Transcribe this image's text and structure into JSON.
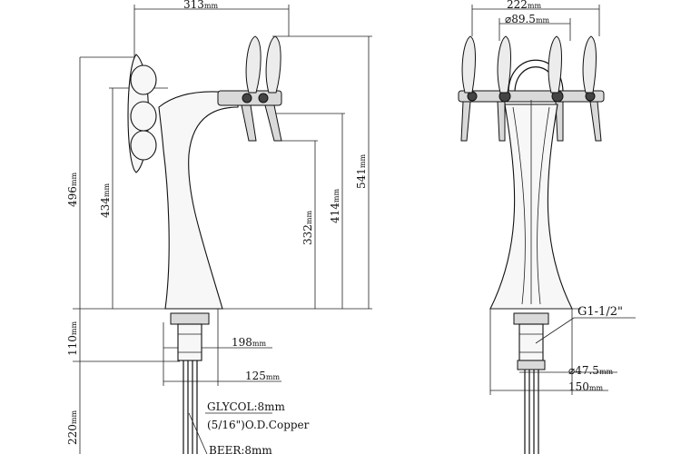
{
  "side_view": {
    "dims": {
      "width_top": "313",
      "height_total": "496",
      "height_434": "434",
      "height_332": "332",
      "height_414": "414",
      "height_541": "541",
      "base_110": "110",
      "base_198": "198",
      "base_125": "125",
      "line_220": "220"
    },
    "labels": {
      "glycol": "GLYCOL:8mm",
      "copper": "(5/16\")O.D.Copper",
      "beer": "BEER:8mm"
    }
  },
  "front_view": {
    "dims": {
      "width_top": "222",
      "diameter_top": "⌀89.5",
      "thread": "G1-1/2\"",
      "diameter_base": "⌀47.5",
      "base_150": "150"
    }
  },
  "unit": "mm"
}
